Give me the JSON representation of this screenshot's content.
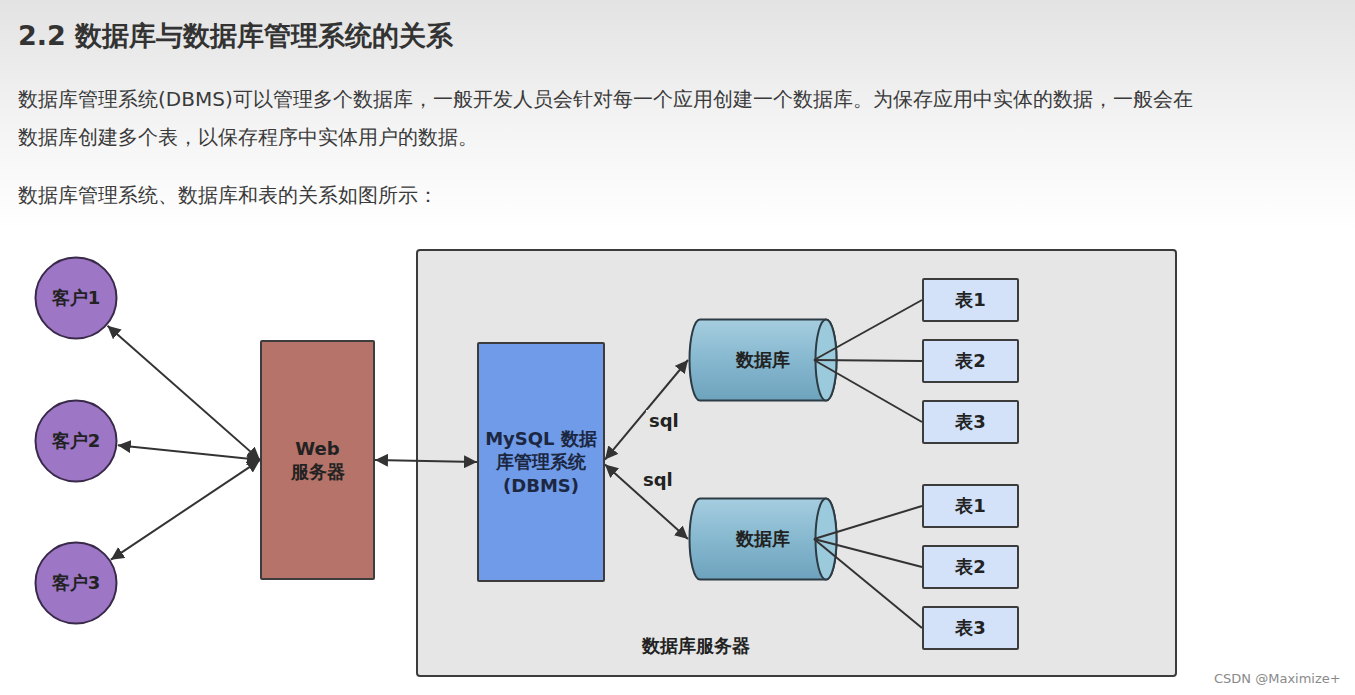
{
  "diagram": {
    "title": "2.2 数据库与数据库管理系统的关系",
    "nodes": [
      {
        "text": [
          "客户1"
        ]
      },
      {
        "text": [
          "客户2"
        ]
      },
      {
        "text": [
          "客户3"
        ]
      },
      {
        "text": [
          "Web 服务器"
        ]
      },
      {
        "text": [
          "数据库服务器"
        ]
      },
      {
        "text": [
          "MySQL 数据库管理系统 (DBMS)"
        ],
        "in": 4
      },
      {
        "text": [
          "数据库"
        ],
        "in": 4
      },
      {
        "text": [
          "表1"
        ],
        "in": 4
      },
      {
        "text": [
          "表2"
        ],
        "in": 4
      },
      {
        "text": [
          "表3"
        ],
        "in": 4
      },
      {
        "text": [
          "数据库"
        ],
        "in": 4
      },
      {
        "text": [
          "表1"
        ],
        "in": 4
      },
      {
        "text": [
          "表2"
        ],
        "in": 4
      },
      {
        "text": [
          "表3"
        ],
        "in": 4
      }
    ],
    "edges": [
      {
        "from": 0,
        "to": 3,
        "arrow": "both"
      },
      {
        "from": 1,
        "to": 3,
        "arrow": "both"
      },
      {
        "from": 2,
        "to": 3,
        "arrow": "both"
      },
      {
        "from": 3,
        "to": 5,
        "arrow": "both"
      },
      {
        "from": 5,
        "to": 6,
        "label": "sql",
        "arrow": "both"
      },
      {
        "from": 5,
        "to": 10,
        "label": "sql",
        "arrow": "both"
      },
      {
        "from": 6,
        "to": 7,
        "arrow": "none"
      },
      {
        "from": 6,
        "to": 8,
        "arrow": "none"
      },
      {
        "from": 6,
        "to": 9,
        "arrow": "none"
      },
      {
        "from": 10,
        "to": 11,
        "arrow": "none"
      },
      {
        "from": 10,
        "to": 12,
        "arrow": "none"
      },
      {
        "from": 10,
        "to": 13,
        "arrow": "none"
      }
    ],
    "labels": [
      "数据库管理系统(DBMS)可以管理多个数据库，一般开发人员会针对每一个应用创建一个数据库。为保存应用中实体的数据，一般会在数据库创建多个表，以保存程序中实体用户的数据。",
      "数据库管理系统、数据库和表的关系如图所示：",
      "CSDN @Maximize+"
    ]
  }
}
